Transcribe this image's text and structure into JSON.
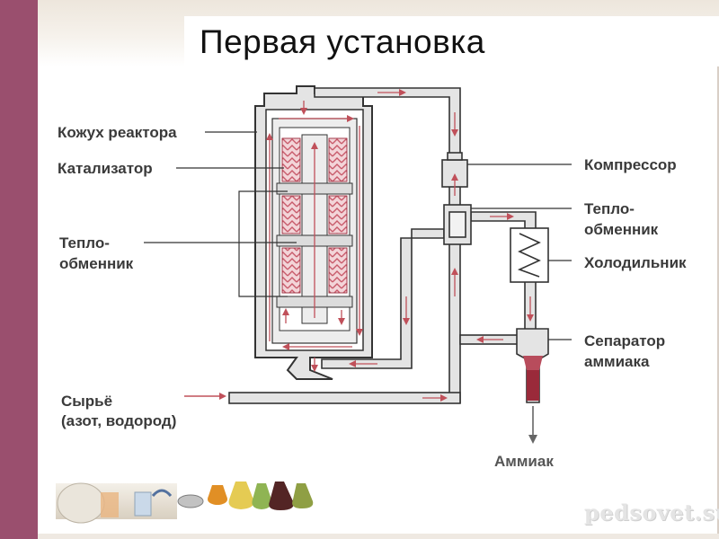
{
  "slide": {
    "title": "Первая установка",
    "accent_color": "#9a4f6e",
    "watermark": "pedsovet.su"
  },
  "labels": {
    "reactor_shell": "Кожух реактора",
    "catalyst": "Катализатор",
    "heat_exchanger_left_1": "Тепло-",
    "heat_exchanger_left_2": "обменник",
    "feed_1": "Сырьё",
    "feed_2": "(азот, водород)",
    "compressor": "Компрессор",
    "heat_exchanger_right_1": "Тепло-",
    "heat_exchanger_right_2": "обменник",
    "cooler": "Холодильник",
    "separator_1": "Сепаратор",
    "separator_2": "аммиака",
    "ammonia": "Аммиак"
  },
  "colors": {
    "pipe_fill": "#e4e4e4",
    "pipe_stroke": "#333333",
    "flow_arrow": "#c0505a",
    "catalyst": "#c85a6a",
    "ammonia_liquid": "#9a2a3a"
  }
}
